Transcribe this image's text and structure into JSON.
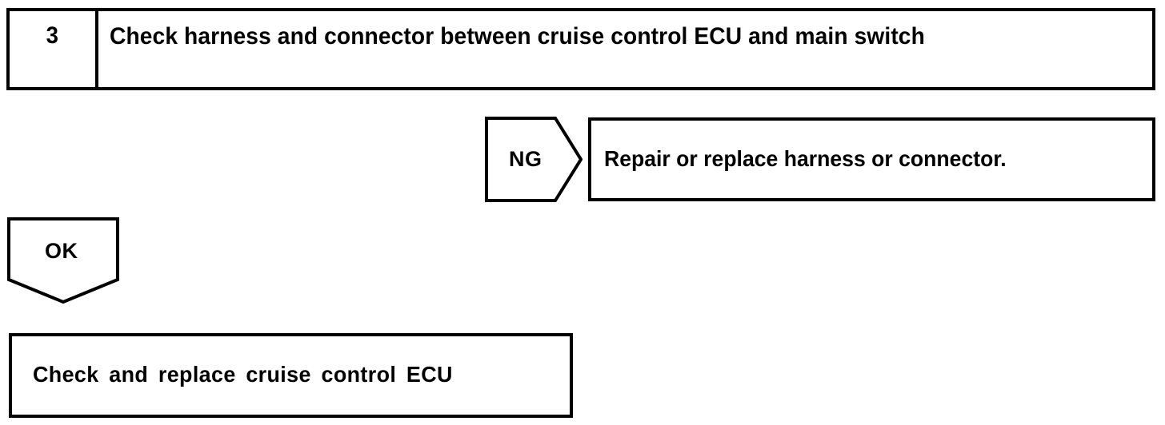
{
  "diagram": {
    "type": "troubleshooting-flowchart",
    "stroke_color": "#000000",
    "background_color": "#ffffff",
    "step": {
      "number": "3",
      "title": "Check harness and connector between cruise control ECU and main switch"
    },
    "branches": [
      {
        "label": "NG",
        "shape": "pentagon-right",
        "result_box": "Repair or replace harness or connector."
      },
      {
        "label": "OK",
        "shape": "pentagon-down",
        "result_box": "Check and replace cruise control ECU"
      }
    ],
    "ng": {
      "label": "NG",
      "result": "Repair or replace harness or connector."
    },
    "ok": {
      "label": "OK",
      "result": "Check and replace cruise control ECU"
    }
  }
}
